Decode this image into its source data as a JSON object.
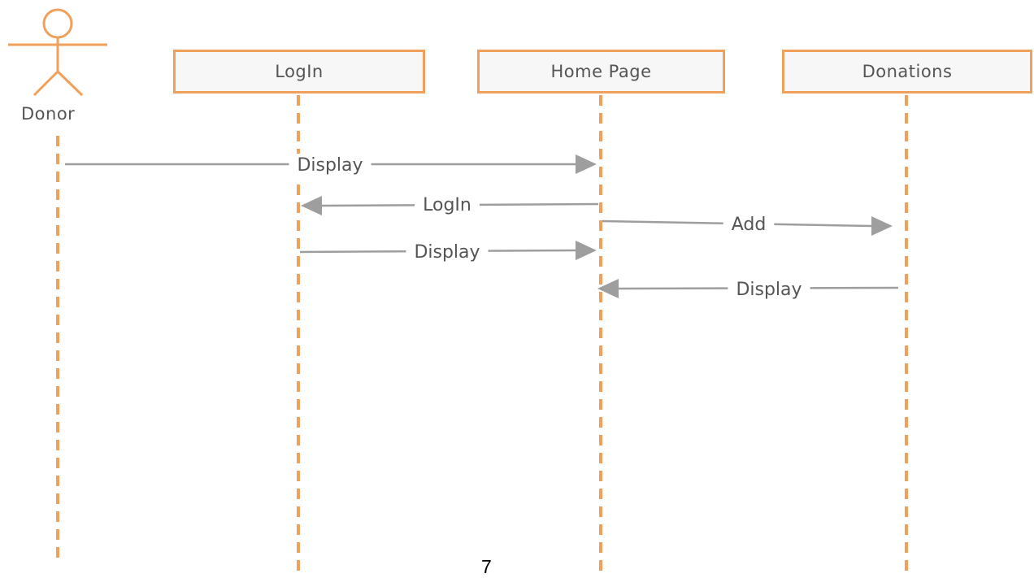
{
  "actor": {
    "label": "Donor",
    "icon": "stick-figure-icon"
  },
  "lifelines": [
    {
      "id": "login",
      "label": "LogIn"
    },
    {
      "id": "home",
      "label": "Home Page"
    },
    {
      "id": "donations",
      "label": "Donations"
    }
  ],
  "messages": [
    {
      "from": "Donor",
      "to": "Home Page",
      "label": "Display"
    },
    {
      "from": "Home Page",
      "to": "LogIn",
      "label": "LogIn"
    },
    {
      "from": "Home Page",
      "to": "Donations",
      "label": "Add"
    },
    {
      "from": "LogIn",
      "to": "Home Page",
      "label": "Display"
    },
    {
      "from": "Donations",
      "to": "Home Page",
      "label": "Display"
    }
  ],
  "footer": {
    "page_number": "7"
  },
  "colors": {
    "lifeline": "#f0a05a",
    "message_line": "#9e9e9e",
    "box_fill": "#f7f7f7",
    "text": "#555555"
  }
}
